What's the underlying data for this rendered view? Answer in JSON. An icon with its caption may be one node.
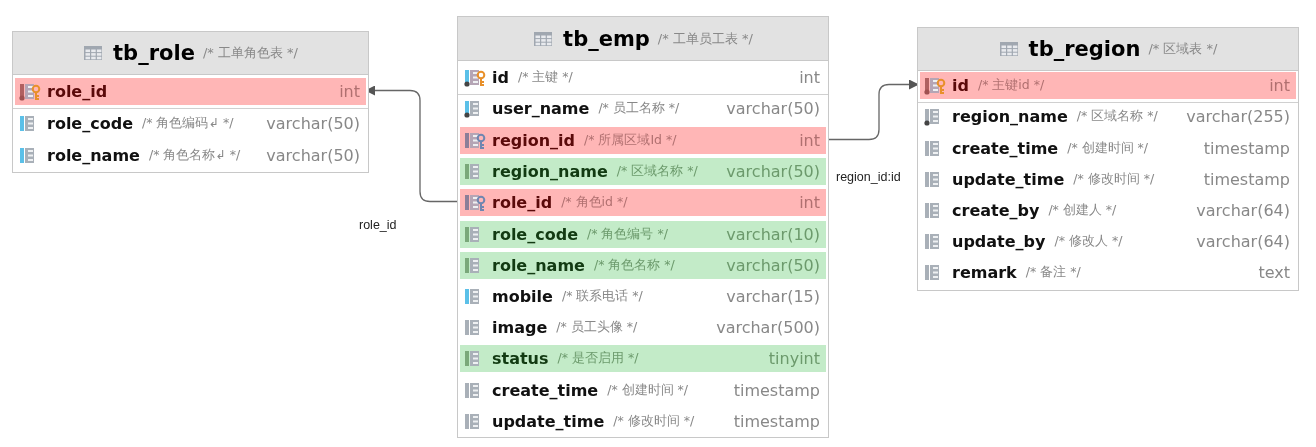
{
  "diagram": {
    "nodes": [
      {
        "text": [
          "tb_role",
          "/* 工单角色表 */"
        ]
      },
      {
        "text": [
          "role_id",
          "int"
        ],
        "in": 0
      },
      {
        "text": [
          "role_code",
          "/* 角色编码↲ */",
          "varchar(50)"
        ],
        "in": 0
      },
      {
        "text": [
          "role_name",
          "/* 角色名称↲ */",
          "varchar(50)"
        ],
        "in": 0
      },
      {
        "text": [
          "tb_emp",
          "/* 工单员工表 */"
        ]
      },
      {
        "text": [
          "id",
          "/* 主键 */",
          "int"
        ],
        "in": 4
      },
      {
        "text": [
          "user_name",
          "/* 员工名称 */",
          "varchar(50)"
        ],
        "in": 4
      },
      {
        "text": [
          "region_id",
          "/* 所属区域Id */",
          "int"
        ],
        "in": 4
      },
      {
        "text": [
          "region_name",
          "/* 区域名称 */",
          "varchar(50)"
        ],
        "in": 4
      },
      {
        "text": [
          "role_id",
          "/* 角色id */",
          "int"
        ],
        "in": 4
      },
      {
        "text": [
          "role_code",
          "/* 角色编号 */",
          "varchar(10)"
        ],
        "in": 4
      },
      {
        "text": [
          "role_name",
          "/* 角色名称 */",
          "varchar(50)"
        ],
        "in": 4
      },
      {
        "text": [
          "mobile",
          "/* 联系电话 */",
          "varchar(15)"
        ],
        "in": 4
      },
      {
        "text": [
          "image",
          "/* 员工头像 */",
          "varchar(500)"
        ],
        "in": 4
      },
      {
        "text": [
          "status",
          "/* 是否启用 */",
          "tinyint"
        ],
        "in": 4
      },
      {
        "text": [
          "create_time",
          "/* 创建时间 */",
          "timestamp"
        ],
        "in": 4
      },
      {
        "text": [
          "update_time",
          "/* 修改时间 */",
          "timestamp"
        ],
        "in": 4
      },
      {
        "text": [
          "tb_region",
          "/* 区域表 */"
        ]
      },
      {
        "text": [
          "id",
          "/* 主键id */",
          "int"
        ],
        "in": 17
      },
      {
        "text": [
          "region_name",
          "/* 区域名称 */",
          "varchar(255)"
        ],
        "in": 17
      },
      {
        "text": [
          "create_time",
          "/* 创建时间 */",
          "timestamp"
        ],
        "in": 17
      },
      {
        "text": [
          "update_time",
          "/* 修改时间 */",
          "timestamp"
        ],
        "in": 17
      },
      {
        "text": [
          "create_by",
          "/* 创建人 */",
          "varchar(64)"
        ],
        "in": 17
      },
      {
        "text": [
          "update_by",
          "/* 修改人 */",
          "varchar(64)"
        ],
        "in": 17
      },
      {
        "text": [
          "remark",
          "/* 备注 */",
          "text"
        ],
        "in": 17
      }
    ],
    "edges": [
      {
        "from": 9,
        "to": 1,
        "arrow": "to",
        "label": "role_id"
      },
      {
        "from": 7,
        "to": 18,
        "arrow": "to",
        "label": "region_id:id"
      }
    ]
  }
}
